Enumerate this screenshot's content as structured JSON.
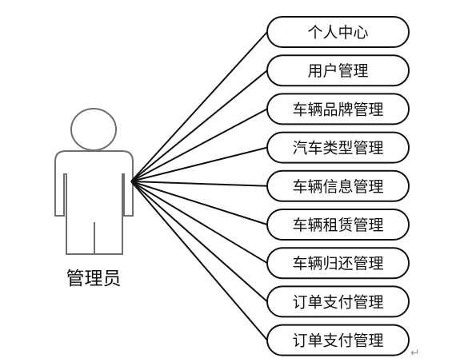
{
  "actor": {
    "label": "管理员",
    "icon": "person-icon"
  },
  "nodes": [
    {
      "label": "个人中心"
    },
    {
      "label": "用户管理"
    },
    {
      "label": "车辆品牌管理"
    },
    {
      "label": "汽车类型管理"
    },
    {
      "label": "车辆信息管理"
    },
    {
      "label": "车辆租赁管理"
    },
    {
      "label": "车辆归还管理"
    },
    {
      "label": "订单支付管理"
    },
    {
      "label": "订单支付管理"
    }
  ],
  "paragraph_mark": "↵",
  "colors": {
    "line": "#111111",
    "actor_outline": "#6e6e6e",
    "background": "#ffffff"
  }
}
